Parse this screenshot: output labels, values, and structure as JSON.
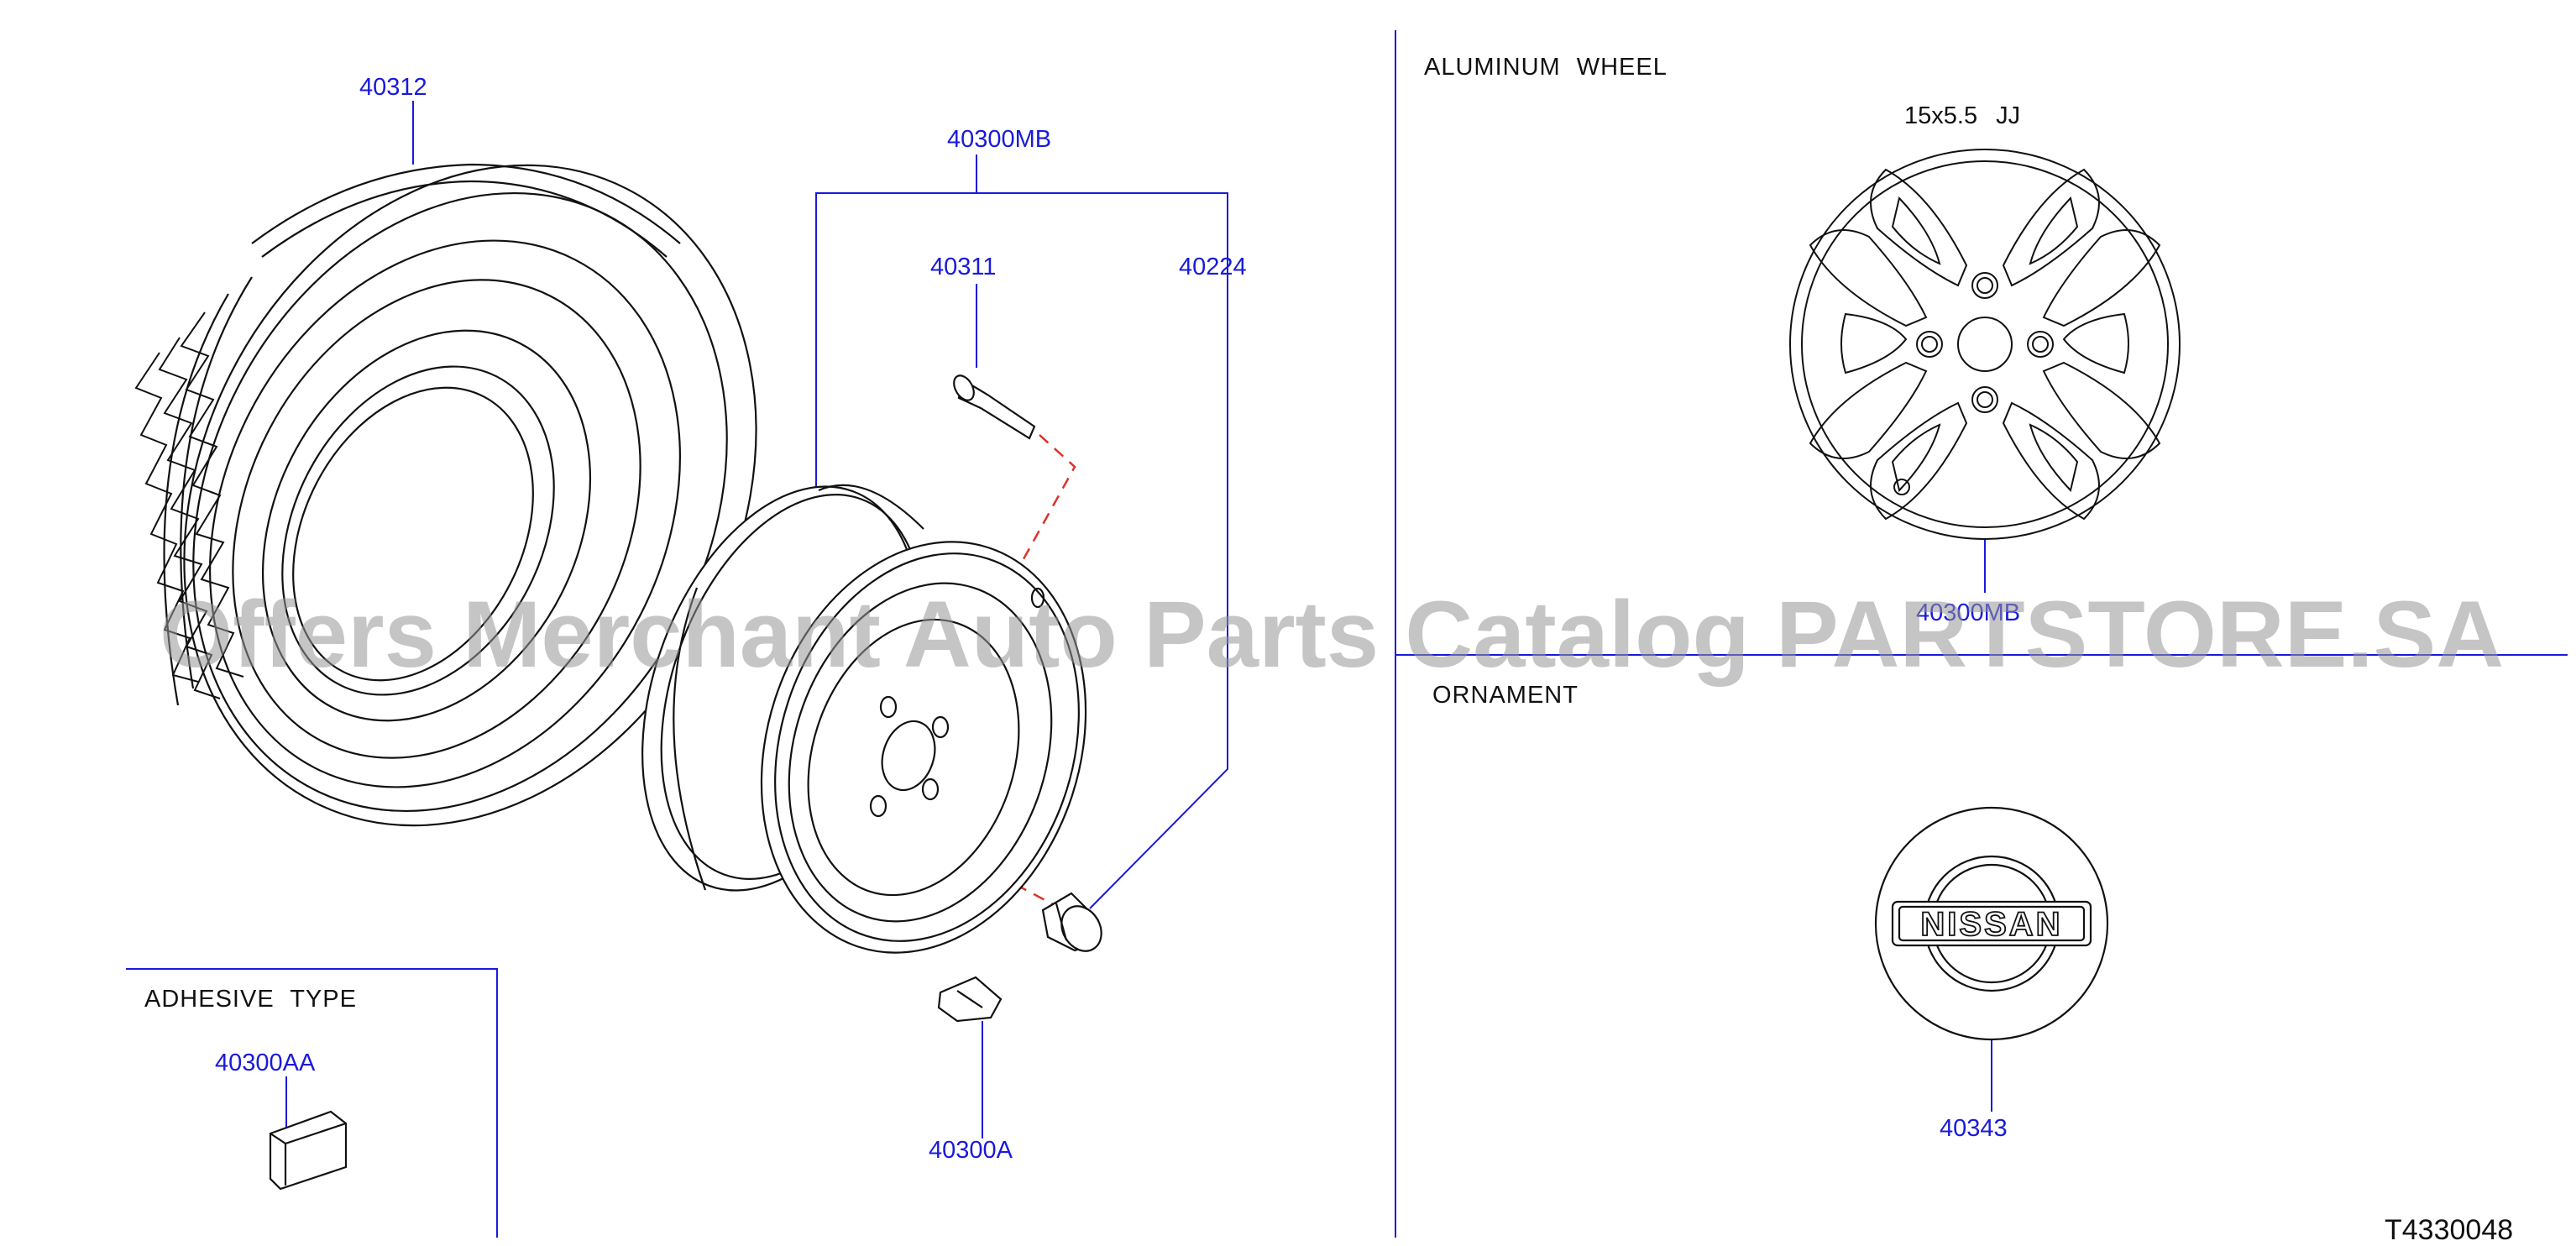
{
  "watermark": "Offers Merchant Auto Parts Catalog PARTSTORE.SA",
  "diagram_code": "T4330048",
  "sections": {
    "aluminum_wheel": {
      "title": "ALUMINUM   WHEEL",
      "spec": "15x5.5   JJ"
    },
    "ornament": {
      "title": "ORNAMENT"
    },
    "adhesive": {
      "title": "ADHESIVE   TYPE"
    }
  },
  "parts": {
    "tire": "40312",
    "wheel_assy": "40300MB",
    "valve": "40311",
    "nut": "40224",
    "balance_weight": "40300A",
    "balance_weight_adhesive": "40300AA",
    "alloy_wheel": "40300MB",
    "ornament": "40343"
  },
  "colors": {
    "part_label": "#1a1adb",
    "leader_line": "#1a1adb",
    "dashed_leader": "#e0302a",
    "drawing": "#111111"
  }
}
